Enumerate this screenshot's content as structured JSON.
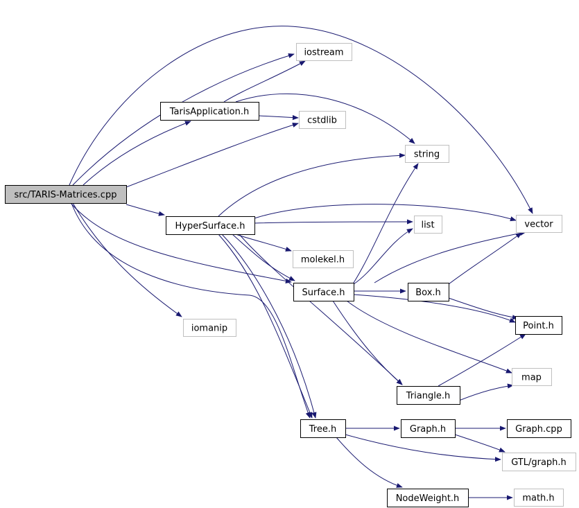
{
  "colors": {
    "edge": "#191970",
    "node_border": "#000000",
    "missing_border": "#bfbfbf",
    "root_fill": "#bfbfbf",
    "node_fill": "#ffffff",
    "text": "#000000"
  },
  "nodes": [
    {
      "id": "src-taris-matrices-cpp",
      "label": "src/TARIS-Matrices.cpp",
      "kind": "root"
    },
    {
      "id": "iostream",
      "label": "iostream",
      "kind": "missing"
    },
    {
      "id": "tarisapplication-h",
      "label": "TarisApplication.h",
      "kind": "file"
    },
    {
      "id": "cstdlib",
      "label": "cstdlib",
      "kind": "missing"
    },
    {
      "id": "string",
      "label": "string",
      "kind": "missing"
    },
    {
      "id": "hypersurface-h",
      "label": "HyperSurface.h",
      "kind": "file"
    },
    {
      "id": "list",
      "label": "list",
      "kind": "missing"
    },
    {
      "id": "vector",
      "label": "vector",
      "kind": "missing"
    },
    {
      "id": "molekel-h",
      "label": "molekel.h",
      "kind": "missing"
    },
    {
      "id": "surface-h",
      "label": "Surface.h",
      "kind": "file"
    },
    {
      "id": "box-h",
      "label": "Box.h",
      "kind": "file"
    },
    {
      "id": "point-h",
      "label": "Point.h",
      "kind": "file"
    },
    {
      "id": "iomanip",
      "label": "iomanip",
      "kind": "missing"
    },
    {
      "id": "map",
      "label": "map",
      "kind": "missing"
    },
    {
      "id": "triangle-h",
      "label": "Triangle.h",
      "kind": "file"
    },
    {
      "id": "tree-h",
      "label": "Tree.h",
      "kind": "file"
    },
    {
      "id": "graph-h",
      "label": "Graph.h",
      "kind": "file"
    },
    {
      "id": "graph-cpp",
      "label": "Graph.cpp",
      "kind": "file"
    },
    {
      "id": "gtl-graph-h",
      "label": "GTL/graph.h",
      "kind": "missing"
    },
    {
      "id": "nodeweight-h",
      "label": "NodeWeight.h",
      "kind": "file"
    },
    {
      "id": "math-h",
      "label": "math.h",
      "kind": "missing"
    }
  ]
}
